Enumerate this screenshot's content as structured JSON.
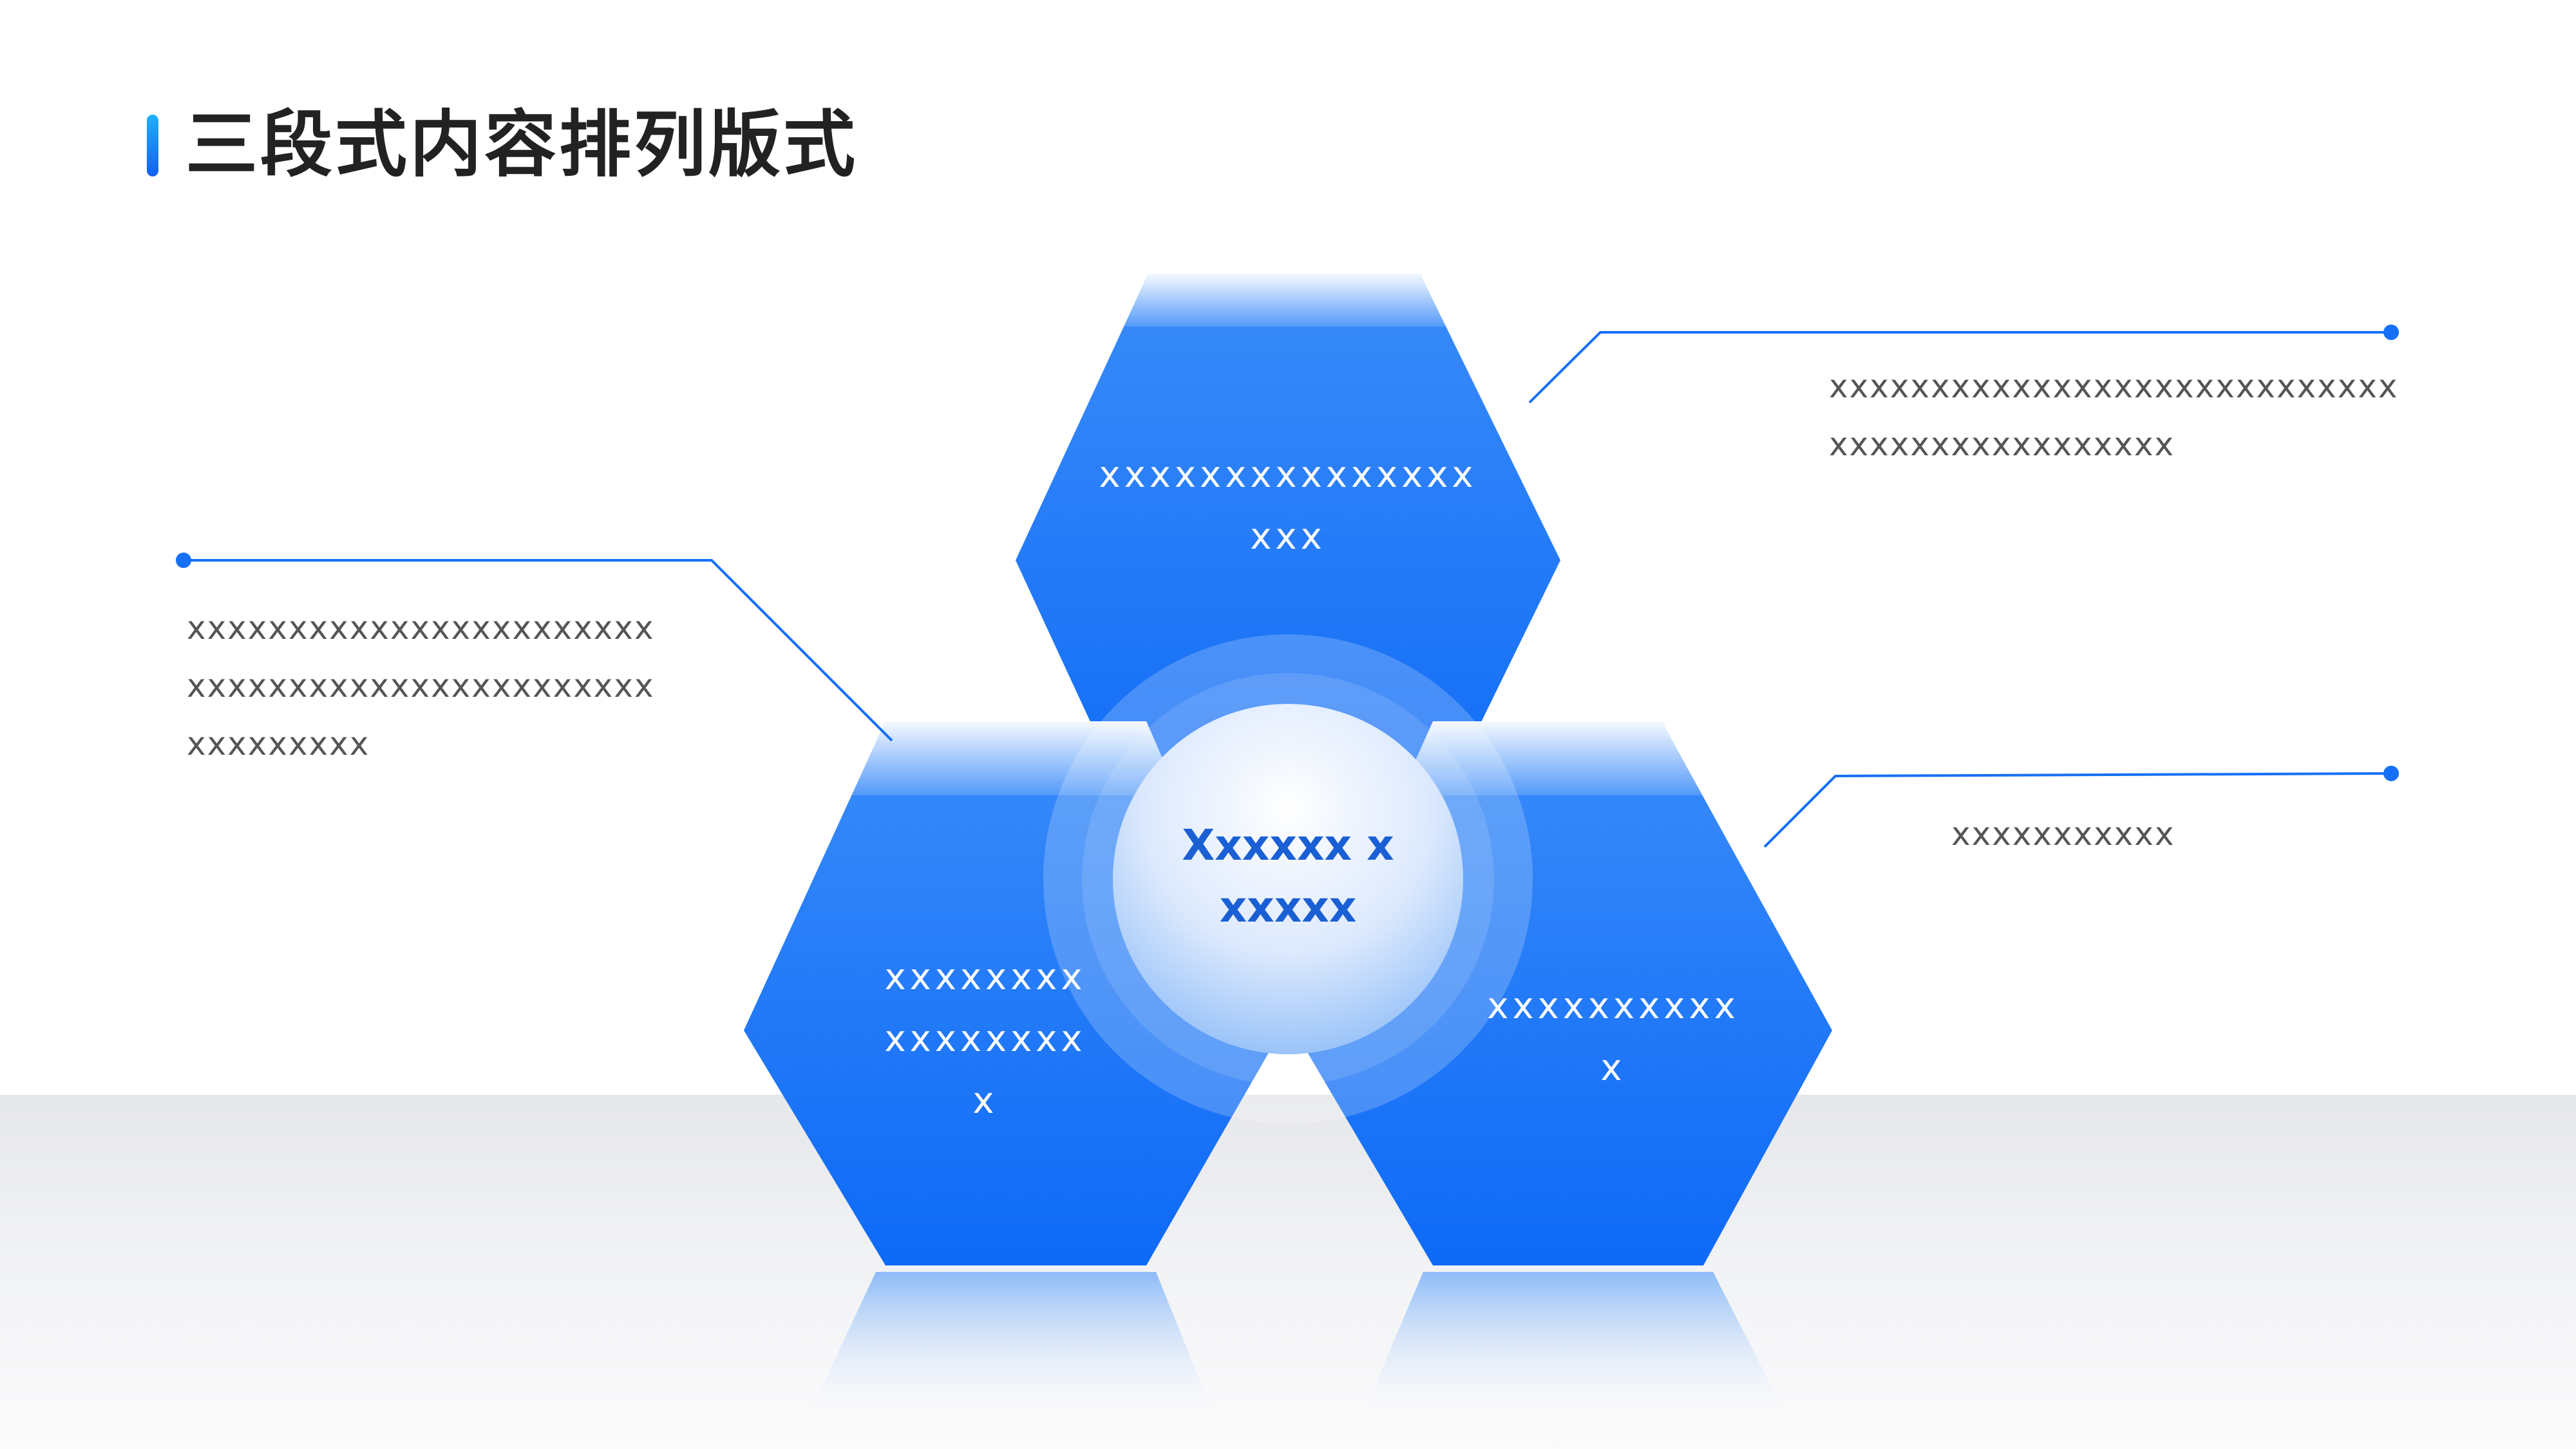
{
  "header": {
    "title": "三段式内容排列版式"
  },
  "diagram": {
    "center_label": "Xxxxxx xxxxxx",
    "hexagons": {
      "top": "xxxxxxxxxxxxxxxxxx",
      "bottom_left": "xxxxxxxxxxxxxxxxx",
      "bottom_right": "xxxxxxxxxxx"
    }
  },
  "callouts": {
    "left": "xxxxxxxxxxxxxxxxxxxxxxxxxxxxxxxxxxxxxxxxxxxxxxxxxxxxxxx",
    "top_right": "xxxxxxxxxxxxxxxxxxxxxxxxxxxxxxxxxxxxxxxxxxxxx",
    "bottom_right": "xxxxxxxxxxx"
  },
  "colors": {
    "accent": "#1670f5",
    "hex_fill": "#1a74f2",
    "text_dark": "#222222",
    "text_body": "#555555"
  }
}
